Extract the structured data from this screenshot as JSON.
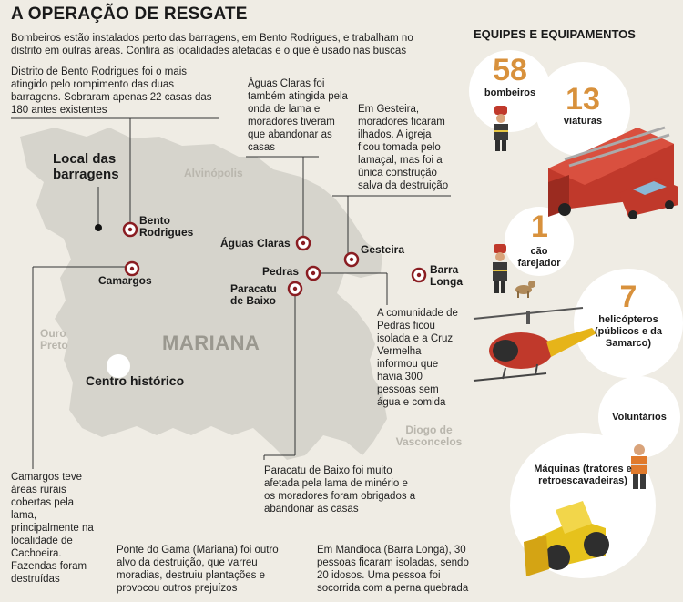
{
  "header": {
    "title": "A OPERAÇÃO DE RESGATE",
    "subtitle": "Bombeiros estão instalados perto das barragens, em Bento Rodrigues, e trabalham no distrito em outras áreas. Confira as localidades afetadas e o que é usado nas buscas"
  },
  "map": {
    "region_label": "MARIANA",
    "neighbors": {
      "alvinopolis": "Alvinópolis",
      "ouro_preto": "Ouro Preto",
      "diogo": "Diogo de Vasconcelos"
    },
    "places": {
      "local_barragens": "Local das barragens",
      "bento": "Bento Rodrigues",
      "aguas_claras": "Águas Claras",
      "gesteira": "Gesteira",
      "barra_longa": "Barra Longa",
      "pedras": "Pedras",
      "paracatu": "Paracatu de Baixo",
      "camargos": "Camargos",
      "centro": "Centro histórico"
    },
    "marker_color": "#8a1d22"
  },
  "notes": {
    "bento": "Distrito de Bento Rodrigues foi o mais atingido pelo rompimento das duas barragens. Sobraram apenas 22 casas das 180 antes existentes",
    "aguas": "Águas Claras foi também atingida pela onda de lama e moradores tiveram que abandonar as casas",
    "gesteira": "Em Gesteira, moradores ficaram ilhados. A igreja ficou tomada pelo lamaçal, mas foi a única construção salva da destruição",
    "pedras": "A comunidade de Pedras ficou isolada e a Cruz Vermelha informou que havia 300 pessoas sem água e comida",
    "camargos": "Camargos teve áreas rurais cobertas pela lama, principalmente na localidade de Cachoeira. Fazendas foram destruídas",
    "paracatu": "Paracatu de Baixo foi muito afetada pela lama de minério e os moradores foram obrigados a abandonar as casas",
    "ponte": "Ponte do Gama (Mariana) foi outro alvo da destruição, que varreu moradias, destruiu plantações e provocou outros prejuízos",
    "mandioca": "Em Mandioca (Barra Longa), 30 pessoas ficaram isoladas, sendo 20 idosos. Uma pessoa foi socorrida com a perna quebrada"
  },
  "equipment": {
    "title": "EQUIPES E EQUIPAMENTOS",
    "bombeiros": {
      "count": "58",
      "label": "bombeiros"
    },
    "viaturas": {
      "count": "13",
      "label": "viaturas"
    },
    "cao": {
      "count": "1",
      "label": "cão farejador"
    },
    "helicopteros": {
      "count": "7",
      "label": "helicópteros (públicos e da Samarco)"
    },
    "voluntarios": {
      "label": "Voluntários"
    },
    "maquinas": {
      "label": "Máquinas (tratores e retroescavadeiras)"
    }
  },
  "colors": {
    "background": "#efece4",
    "map_fill": "#d7d5cd",
    "accent": "#d8913c",
    "marker": "#8a1d22"
  }
}
